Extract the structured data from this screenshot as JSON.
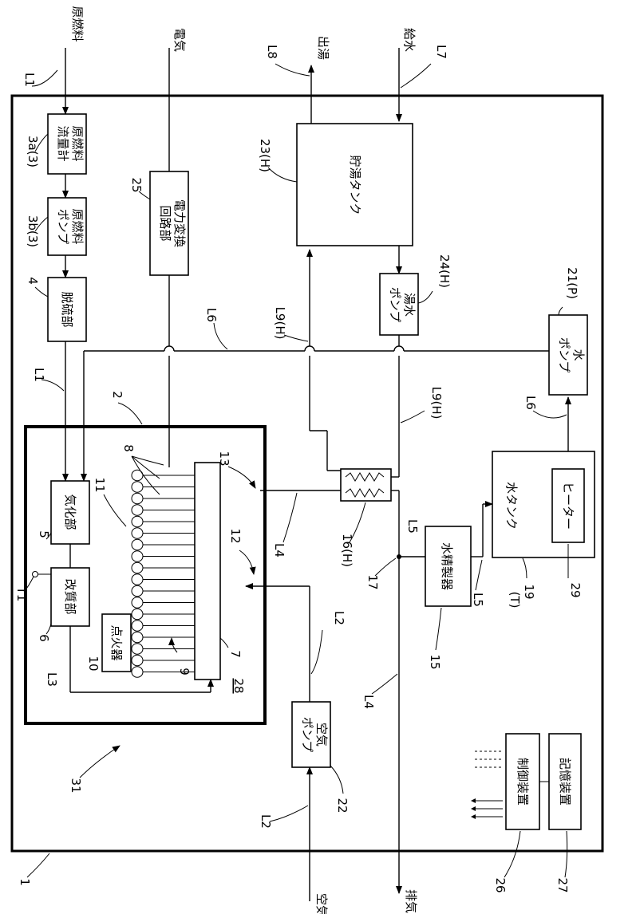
{
  "refs": {
    "system": "1",
    "fc_module": "2",
    "ref_31": "31",
    "ref_28": "28",
    "ref_26": "26",
    "ref_27": "27"
  },
  "lines": {
    "L1_top": "L1",
    "L1_mid": "L1",
    "L2_a": "L2",
    "L2_b": "L2",
    "L3": "L3",
    "L4_a": "L4",
    "L4_b": "L4",
    "L5_a": "L5",
    "L5_b": "L5",
    "L6_a": "L6",
    "L6_b": "L6",
    "L7": "L7",
    "L8": "L8",
    "L9_a": "L9(H)",
    "L9_b": "L9(H)"
  },
  "streams": {
    "raw_fuel": "原燃料",
    "electricity": "電気",
    "hot_water_out": "出湯",
    "water_supply": "給水",
    "air": "空気",
    "exhaust": "排気"
  },
  "components": {
    "fuel_meter": {
      "ref": "3a(3)",
      "line1": "原燃料",
      "line2": "流量計"
    },
    "fuel_pump": {
      "ref": "3b(3)",
      "line1": "原燃料",
      "line2": "ポンプ"
    },
    "desulfurizer": {
      "ref": "4",
      "line1": "脱硫部"
    },
    "power_conv": {
      "ref": "25",
      "line1": "電力変換",
      "line2": "回路部"
    },
    "storage_tank": {
      "ref": "23(H)",
      "line1": "貯湯タンク"
    },
    "hw_pump": {
      "ref": "24(H)",
      "line1": "湯水",
      "line2": "ポンプ"
    },
    "water_pump": {
      "ref": "21(P)",
      "line1": "水",
      "line2": "ポンプ"
    },
    "vaporizer": {
      "ref": "5",
      "line1": "気化部"
    },
    "reformer": {
      "ref": "6",
      "line1": "改質部"
    },
    "igniter": {
      "ref": "10",
      "line1": "点火器"
    },
    "purifier": {
      "ref": "15",
      "line1": "水精製器"
    },
    "water_tank": {
      "ref": "19",
      "ref2": "(T)",
      "line1": "水タンク"
    },
    "heater": {
      "ref": "29",
      "line1": "ヒーター"
    },
    "air_pump": {
      "ref": "22",
      "line1": "空気",
      "line2": "ポンプ"
    },
    "controller": {
      "ref": "26",
      "line1": "制御装置"
    },
    "storage_dev": {
      "ref": "27",
      "line1": "記憶装置"
    },
    "heat_exch": {
      "ref": "16(H)"
    }
  },
  "stack_refs": {
    "cells": "8",
    "stack": "11",
    "manifold": "7",
    "chamber_12": "12",
    "chamber_13": "13",
    "burner_9": "9",
    "sensor_T1": "T1",
    "junction_17": "17"
  }
}
